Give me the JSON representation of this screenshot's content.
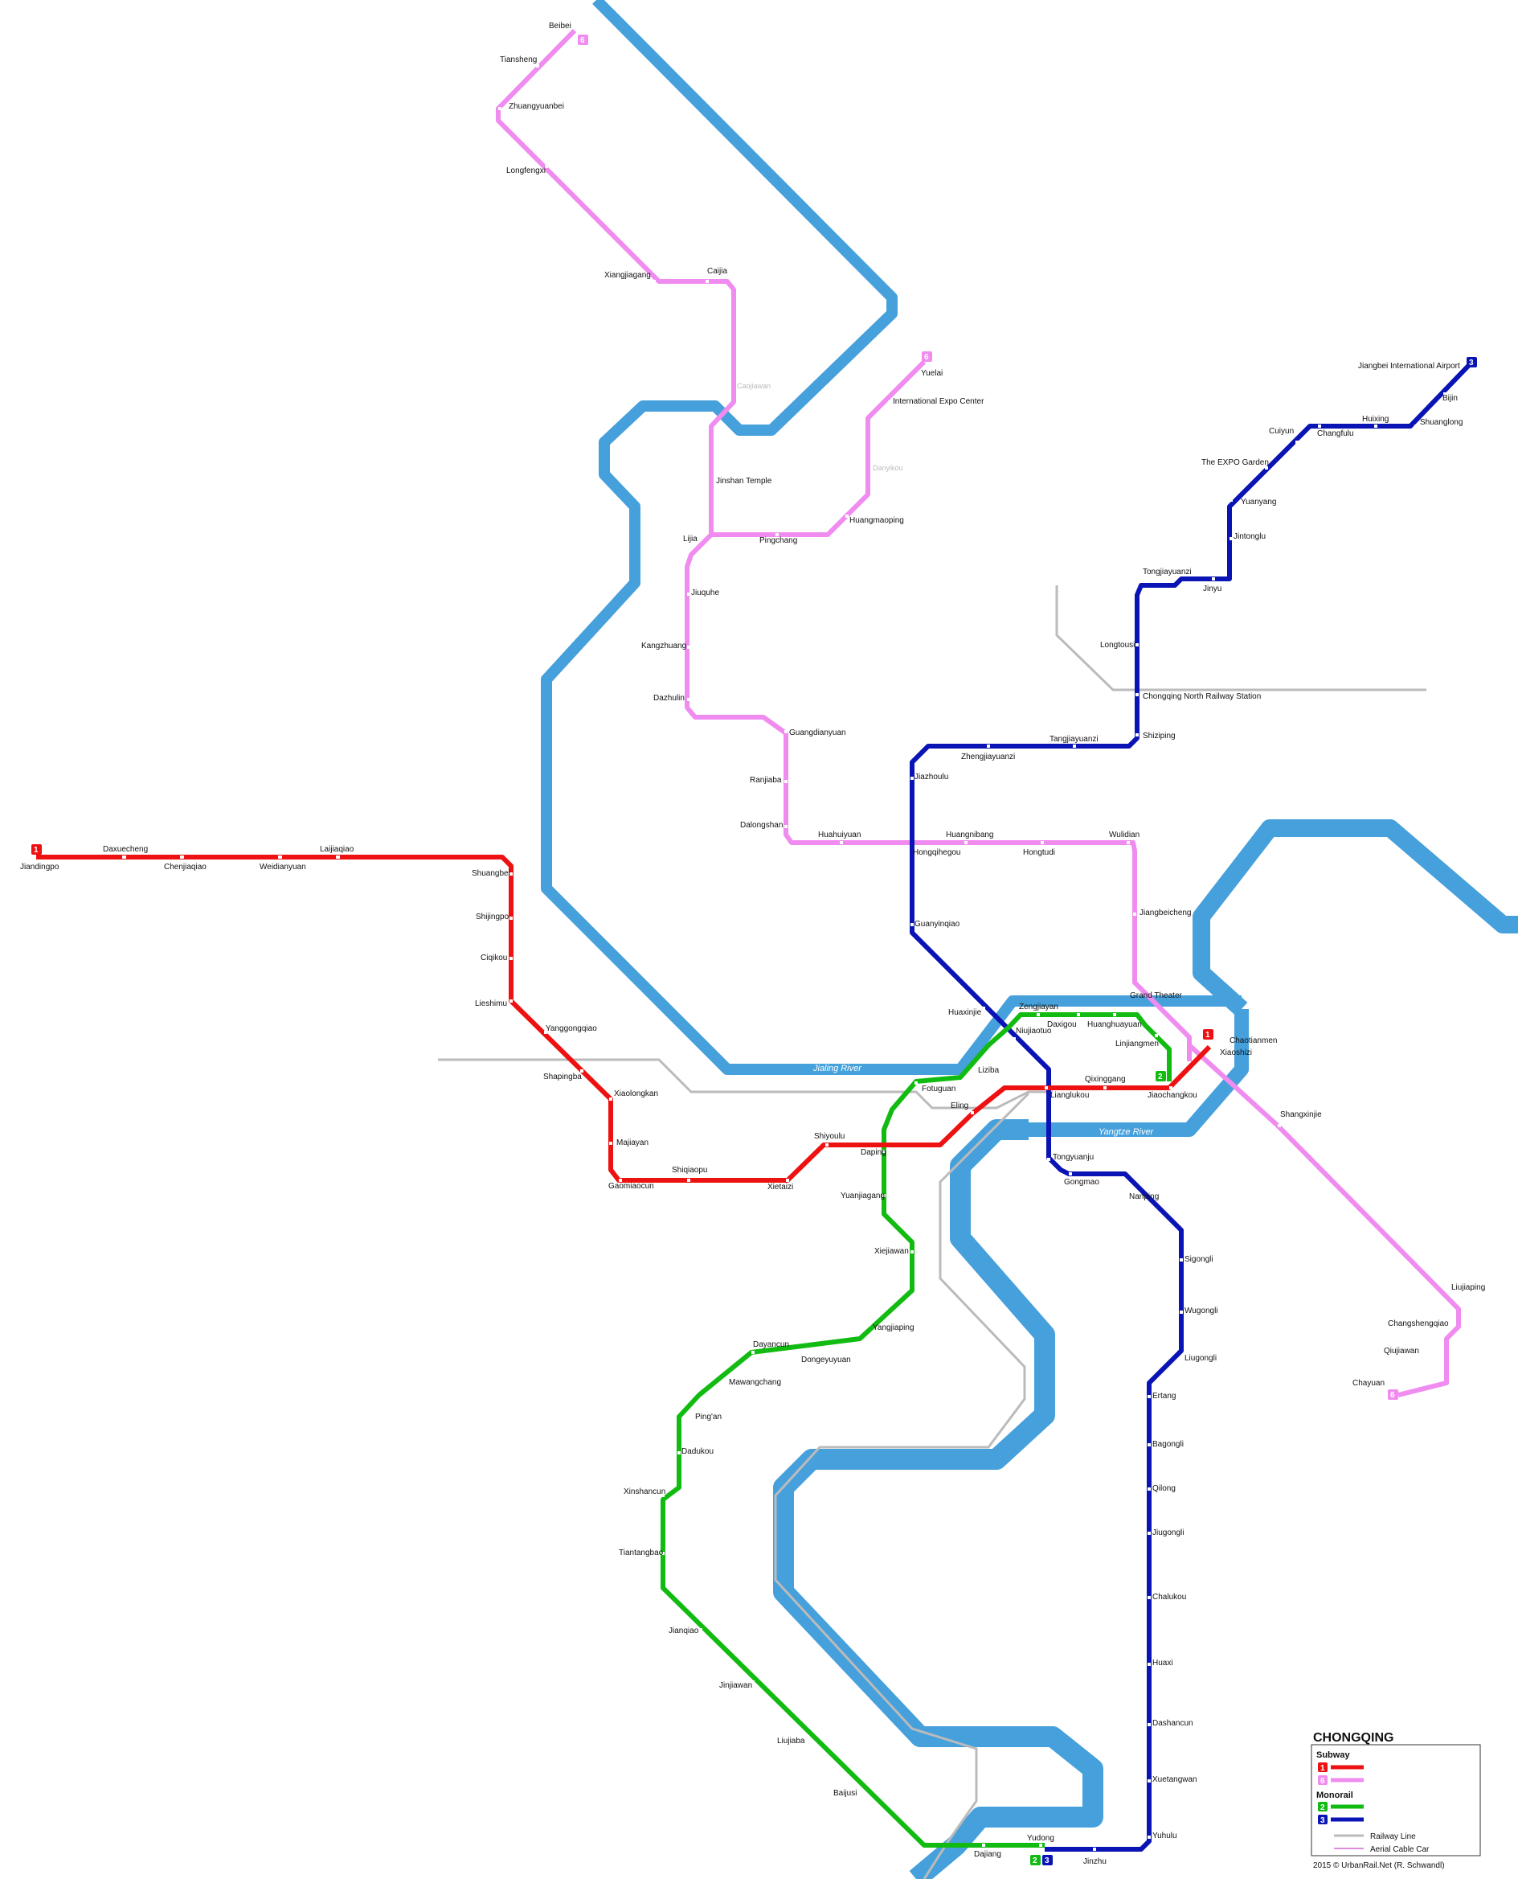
{
  "title": "CHONGQING",
  "legend": {
    "subway_label": "Subway",
    "monorail_label": "Monorail",
    "railway_label": "Railway Line",
    "cable_label": "Aerial Cable Car",
    "lines": [
      {
        "number": "1",
        "group": "Subway",
        "color": "#ee1111"
      },
      {
        "number": "6",
        "group": "Subway",
        "color": "#f08cf0"
      },
      {
        "number": "2",
        "group": "Monorail",
        "color": "#11bb11"
      },
      {
        "number": "3",
        "group": "Monorail",
        "color": "#0a14b4"
      }
    ]
  },
  "copyright": "2015 © UrbanRail.Net (R. Schwandl)",
  "colors": {
    "river": "#45a0dc",
    "line1": "#ee1111",
    "line6": "#f08cf0",
    "line2": "#11bb11",
    "line3": "#0a14b4",
    "railway": "#bbbbbb"
  },
  "rivers": {
    "jialing": "Jialing River",
    "yangtze": "Yangtze River"
  },
  "stations": {
    "line1": [
      "Jiandingpo",
      "Daxuecheng",
      "Chenjiaqiao",
      "Weidianyuan",
      "Laijiaqiao",
      "Shuangbei",
      "Shijingpo",
      "Ciqikou",
      "Lieshimu",
      "Yanggongqiao",
      "Shapingba",
      "Xiaolongkan",
      "Majiayan",
      "Gaomiaocun",
      "Shiqiaopu",
      "Xietaizi",
      "Shiyoulu",
      "Daping",
      "Eling",
      "Lianglukou",
      "Qixinggang",
      "Jiaochangkou",
      "Xiaoshizi"
    ],
    "line6": [
      "Beibei",
      "Tiansheng",
      "Zhuangyuanbei",
      "Longfengxi",
      "Xiangjiagang",
      "Caijia",
      "Jinshan Temple",
      "Yuelai",
      "International Expo Center",
      "Huangmaoping",
      "Pingchang",
      "Lijia",
      "Jiuquhe",
      "Kangzhuang",
      "Dazhulin",
      "Guangdianyuan",
      "Ranjiaba",
      "Dalongshan",
      "Huahuiyuan",
      "Hongqihegou",
      "Huangnibang",
      "Hongtudi",
      "Wulidian",
      "Jiangbeicheng",
      "Grand Theater",
      "Chaotianmen",
      "Shangxinjie",
      "Liujiaping",
      "Changshengqiao",
      "Qiujiawan",
      "Chayuan"
    ],
    "line6_unopened": [
      "Caojiawan",
      "Danyikou"
    ],
    "line3": [
      "Jiangbei International Airport",
      "Bijin",
      "Shuanglong",
      "Huixing",
      "Changfulu",
      "Cuiyun",
      "The EXPO Garden",
      "Yuanyang",
      "Jintonglu",
      "Tongjiayuanzi",
      "Jinyu",
      "Longtousi",
      "Chongqing North Railway Station",
      "Shiziping",
      "Tangjiayuanzi",
      "Zhengjiayuanzi",
      "Jiazhoulu",
      "Guanyinqiao",
      "Huaxinjie",
      "Niujiaotuo",
      "Tongyuanju",
      "Gongmao",
      "Nanping",
      "Sigongli",
      "Wugongli",
      "Liugongli",
      "Ertang",
      "Bagongli",
      "Qilong",
      "Jiugongli",
      "Chalukou",
      "Huaxi",
      "Dashancun",
      "Xuetangwan",
      "Yuhulu",
      "Jinzhu",
      "Yudong"
    ],
    "line2": [
      "Zengjiayan",
      "Daxigou",
      "Huanghuayuan",
      "Linjiangmen",
      "Liziba",
      "Fotuguan",
      "Yuanjiagang",
      "Xiejiawan",
      "Yangjiaping",
      "Dayancun",
      "Dongeyuyuan",
      "Mawangchang",
      "Ping'an",
      "Dadukou",
      "Xinshancun",
      "Tiantangbao",
      "Jianqiao",
      "Jinjiawan",
      "Liujiaba",
      "Baijusi",
      "Dajiang"
    ]
  }
}
